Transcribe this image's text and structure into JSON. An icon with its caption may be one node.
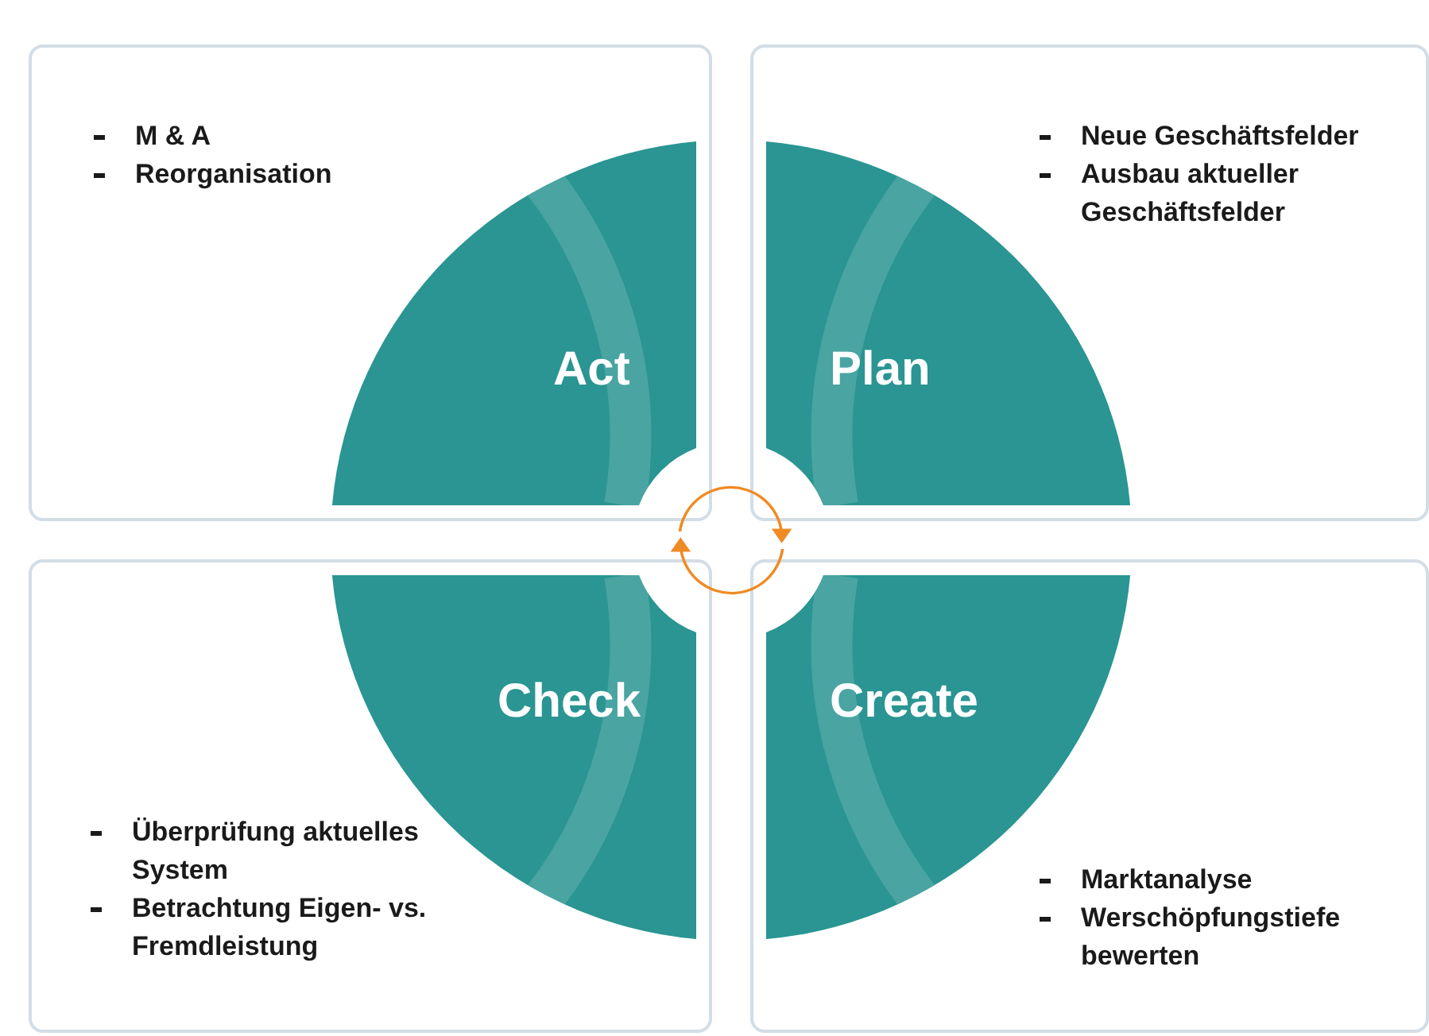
{
  "diagram": {
    "nodes": [
      {
        "text": [
          "M & A",
          "Reorganisation"
        ]
      },
      {
        "text": [
          "Act"
        ],
        "in": 0
      },
      {
        "text": [
          "Neue Geschäftsfelder",
          "Ausbau aktueller Geschäftsfelder"
        ]
      },
      {
        "text": [
          "Plan"
        ],
        "in": 2
      },
      {
        "text": [
          "Überprüfung aktuelles System",
          "Betrachtung Eigen- vs. Fremdleistung"
        ]
      },
      {
        "text": [
          "Check"
        ],
        "in": 4
      },
      {
        "text": [
          "Marktanalyse",
          "Werschöpfungstiefe bewerten"
        ]
      },
      {
        "text": [
          "Create"
        ],
        "in": 6
      }
    ]
  }
}
